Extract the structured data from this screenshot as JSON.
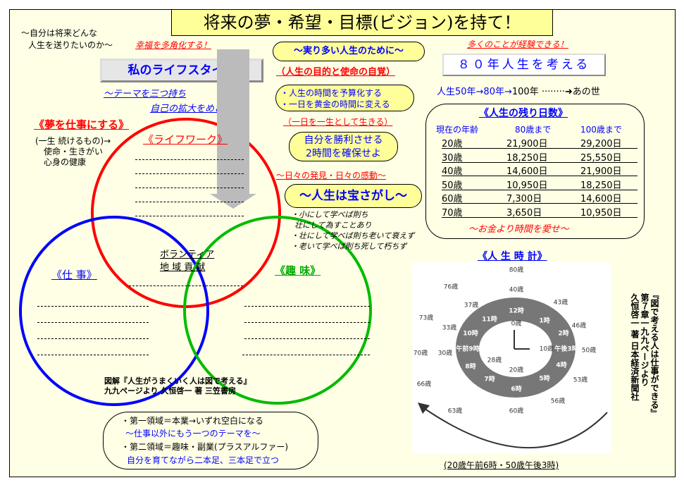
{
  "title": "将来の夢・希望・目標(ビジョン)を持て！",
  "intro": [
    "～自分は将来どんな",
    "人生を送りたいのか～"
  ],
  "happiness": "幸福を多角化する！",
  "lifestyle_button": "私のライフスタイル",
  "theme_lines": [
    "～テーマを三つ持ち",
    "自己の拡大をめざせ～"
  ],
  "dream_heading": "《夢を仕事にする》",
  "dream_notes": [
    "(一生 続けるもの)→",
    "使命・生きがい",
    "心身の健康"
  ],
  "venn": {
    "lifework": "《ライフワーク》",
    "work": "《仕 事》",
    "hobby": "《趣 味》",
    "center": [
      "ボランティア",
      "地 域 貢 献"
    ],
    "colors": {
      "lifework": "#ff0000",
      "work": "#0000ff",
      "hobby": "#00b000"
    }
  },
  "book_credit": [
    "図解『人生がうまくいく人は図で考える』",
    "九九ページより 久恒啓一 著 三笠書房"
  ],
  "domains": [
    "・第一領域＝本業→いずれ空白になる",
    "～仕事以外にもう一つのテーマを～",
    "・第二領域＝趣味・副業(プラスアルファー)",
    "自分を育てながら二本足、三本足で立つ"
  ],
  "flow": {
    "fruitful": "～実り多い人生のために～",
    "purpose": "（人生の目的と使命の自覚）",
    "budget": [
      "・人生の時間を予算化する",
      "・一日を黄金の時間に変える"
    ],
    "one_day": "（一日を一生として生きる）",
    "two_hours": [
      "自分を勝利させる",
      "2時間を確保せよ"
    ],
    "discovery": "～日々の発見・日々の感動～",
    "treasure": "～人生は宝さがし～",
    "proverbs": [
      "・小にして学べば則ち",
      "壮にして為すことあり",
      "・壮にして学べば則ち老いて衰えず",
      "・老いて学べば則ち死して朽ちず"
    ]
  },
  "experience": "多くのことが経験できる！",
  "eighty_button": "８０年人生を考える",
  "life_span": {
    "blue": "人生50年→80年→",
    "black": "100年",
    "end": "あの世"
  },
  "remaining": {
    "title": "《人生の残り日数》",
    "headers": [
      "現在の年齢",
      "80歳まで",
      "100歳まで"
    ],
    "rows": [
      [
        "20歳",
        "21,900日",
        "29,200日"
      ],
      [
        "30歳",
        "18,250日",
        "25,550日"
      ],
      [
        "40歳",
        "14,600日",
        "21,900日"
      ],
      [
        "50歳",
        "10,950日",
        "18,250日"
      ],
      [
        "60歳",
        "7,300日",
        "14,600日"
      ],
      [
        "70歳",
        "3,650日",
        "10,950日"
      ]
    ],
    "footer": "～お金より時間を愛せ～"
  },
  "clock": {
    "title": "《人 生 時 計》",
    "outer_ages": [
      "80歳",
      "40歳",
      "76歳",
      "43歳",
      "37歳",
      "73歳",
      "46歳",
      "33歳",
      "70歳",
      "30歳",
      "50歳",
      "66歳",
      "53歳",
      "56歳",
      "63歳",
      "60歳"
    ],
    "hours": [
      "12時",
      "1時",
      "11時",
      "2時",
      "10時",
      "午後3時",
      "午前9時",
      "4時",
      "8時",
      "5時",
      "7時",
      "6時"
    ],
    "inner_ages": [
      "0歳",
      "10歳",
      "28歳",
      "20歳"
    ],
    "caption": "(20歳午前6時・50歳午後3時)"
  },
  "source_vertical": [
    "『図で考える人は仕事ができる』",
    "第７章一九九ページより",
    "久恒啓一 著 日本経済新聞社"
  ]
}
